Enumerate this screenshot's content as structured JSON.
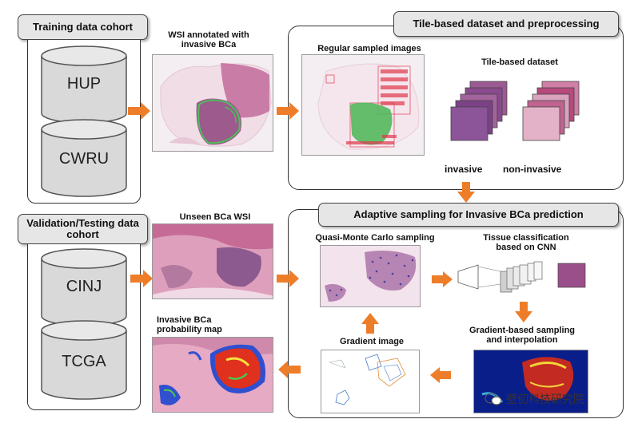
{
  "training": {
    "title": "Training data cohort",
    "cohorts": [
      "HUP",
      "CWRU"
    ]
  },
  "validation": {
    "title": "Validation/Testing data cohort",
    "cohorts": [
      "CINJ",
      "TCGA"
    ]
  },
  "captions": {
    "wsi_annotated": "WSI annotated with invasive BCa",
    "unseen": "Unseen BCa WSI",
    "probability_map": "Invasive BCa probability map",
    "regular_sampled": "Regular sampled images",
    "tile_dataset": "Tile-based dataset",
    "invasive": "invasive",
    "non_invasive": "non-invasive",
    "qmc": "Quasi-Monte Carlo sampling",
    "tissue_class": "Tissue classification based on CNN",
    "gradient_sampling": "Gradient-based sampling and interpolation",
    "gradient_image": "Gradient image"
  },
  "sections": {
    "tile_dataset_title": "Tile-based dataset and preprocessing",
    "adaptive_title": "Adaptive sampling for Invasive BCa prediction"
  },
  "watermark": "壁仞科技研究院",
  "colors": {
    "arrow": "#ee7d2a",
    "tissue_pink": "#d88aa8",
    "tissue_purple": "#8a4b8e",
    "annotation_green": "#4dbd5a"
  }
}
